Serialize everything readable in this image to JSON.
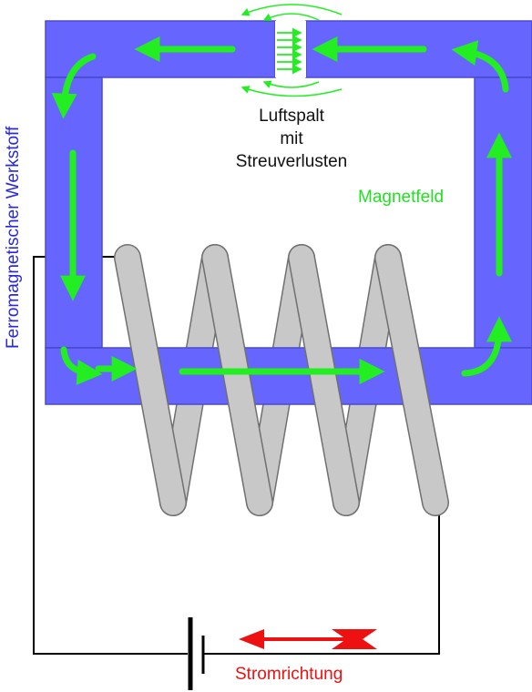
{
  "labels": {
    "gap_line1": "Luftspalt",
    "gap_line2": "mit",
    "gap_line3": "Streuverlusten",
    "field": "Magnetfeld",
    "material": "Ferromagnetischer Werkstoff",
    "current": "Stromrichtung"
  },
  "colors": {
    "core": "#6666ff",
    "core_edge": "#4a4ad0",
    "field_arrows": "#22ee22",
    "coil": "#c8c8c8",
    "coil_edge": "#707070",
    "wire": "#000000",
    "current_arrow": "#ee1111"
  },
  "icons": [
    "field-arrow-icon",
    "current-direction-arrow-icon",
    "battery-symbol-icon"
  ]
}
